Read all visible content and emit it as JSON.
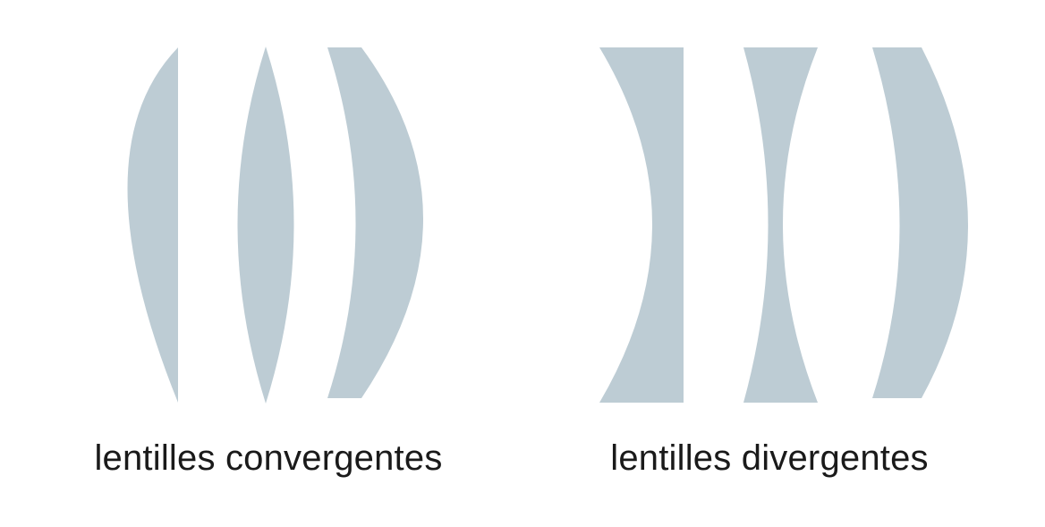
{
  "diagram": {
    "lens_color": "#bdccd4",
    "background_color": "#ffffff",
    "groups": [
      {
        "label": "lentilles convergentes",
        "lenses": [
          {
            "shape": "plano-convex"
          },
          {
            "shape": "biconvex"
          },
          {
            "shape": "convex-meniscus"
          }
        ]
      },
      {
        "label": "lentilles divergentes",
        "lenses": [
          {
            "shape": "plano-concave"
          },
          {
            "shape": "biconcave"
          },
          {
            "shape": "concave-meniscus"
          }
        ]
      }
    ]
  }
}
